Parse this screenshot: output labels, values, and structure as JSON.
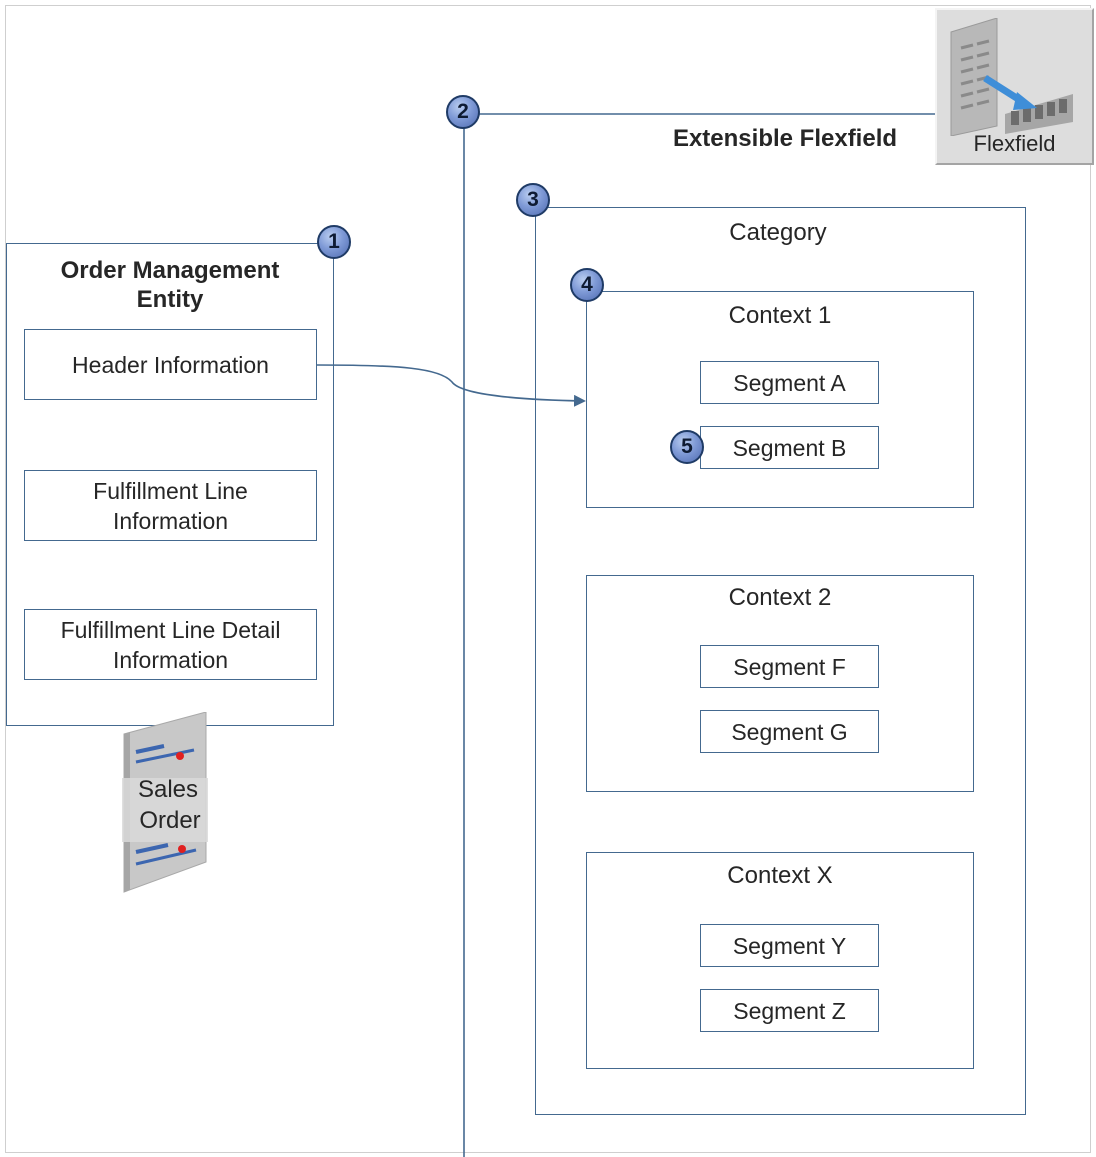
{
  "diagram": {
    "badges": [
      "1",
      "2",
      "3",
      "4",
      "5"
    ],
    "extensible_flexfield_title": "Extensible Flexfield",
    "category_title": "Category",
    "order_management": {
      "title_line1": "Order Management",
      "title_line2": "Entity",
      "header": "Header Information",
      "fulfillment_line_1": "Fulfillment Line",
      "fulfillment_line_2": "Information",
      "fulfillment_detail_1": "Fulfillment Line Detail",
      "fulfillment_detail_2": "Information"
    },
    "contexts": [
      {
        "title": "Context 1",
        "segments": [
          "Segment A",
          "Segment B"
        ]
      },
      {
        "title": "Context 2",
        "segments": [
          "Segment F",
          "Segment G"
        ]
      },
      {
        "title": "Context X",
        "segments": [
          "Segment Y",
          "Segment Z"
        ]
      }
    ],
    "flexfield_icon": {
      "label": "Flexfield",
      "icon": "flexfield-icon"
    },
    "sales_order_icon": {
      "label_line1": "Sales",
      "label_line2": "Order",
      "icon": "sales-order-icon"
    },
    "colors": {
      "line": "#44698f",
      "badge": "#7f9ad6",
      "badge_border": "#1f3b66"
    }
  }
}
